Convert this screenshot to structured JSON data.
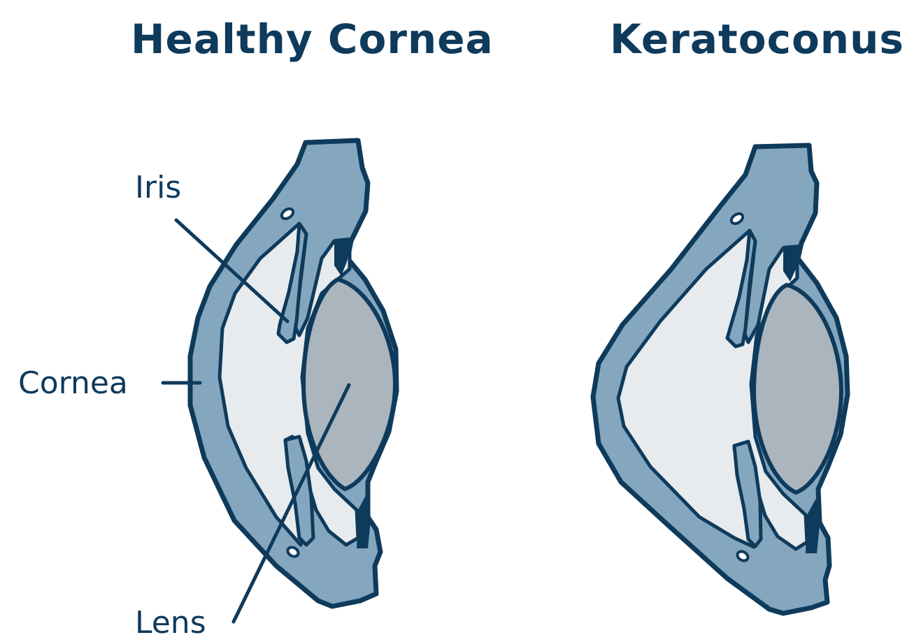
{
  "titles": {
    "healthy": "Healthy Cornea",
    "keratoconus": "Keratoconus"
  },
  "labels": {
    "iris": "Iris",
    "cornea": "Cornea",
    "lens": "Lens"
  },
  "colors": {
    "outline": "#0e3a5c",
    "cornea_fill": "#84a7bf",
    "aqueous_fill": "#e7ebed",
    "lens_fill": "#aab5bd",
    "title_text": "#0e3a5c"
  }
}
